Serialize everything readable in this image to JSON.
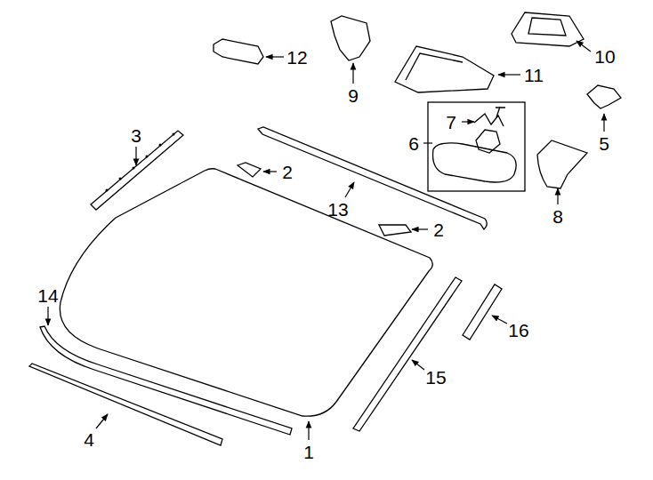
{
  "diagram": {
    "labels": [
      "12",
      "10",
      "11",
      "9",
      "7",
      "3",
      "6",
      "5",
      "2",
      "13",
      "8",
      "2",
      "14",
      "16",
      "15",
      "4",
      "1"
    ]
  }
}
